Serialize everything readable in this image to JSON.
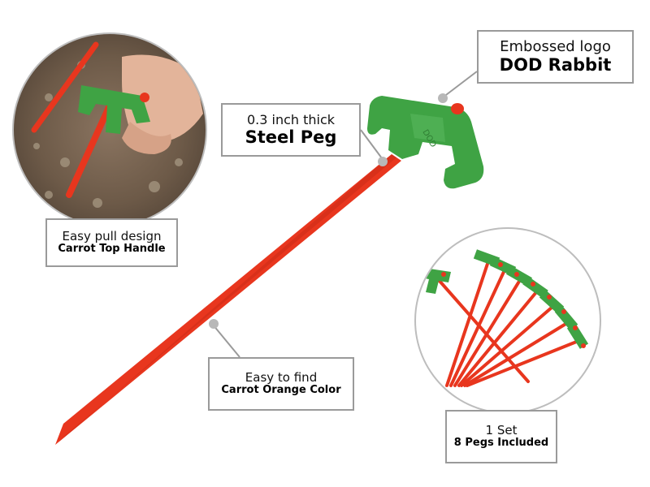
{
  "callouts": {
    "logo": {
      "line1": "Embossed logo",
      "line2": "DOD Rabbit"
    },
    "steel": {
      "line1": "0.3 inch thick",
      "line2": "Steel Peg"
    },
    "pull": {
      "line1": "Easy pull design",
      "line2": "Carrot Top Handle"
    },
    "find": {
      "line1": "Easy to find",
      "line2": "Carrot Orange Color"
    },
    "set": {
      "line1": "1 Set",
      "line2": "8 Pegs Included"
    }
  },
  "colors": {
    "peg_orange": "#e8361e",
    "handle_green": "#3fa344",
    "callout_border": "#9a9a9a",
    "pointer_dot": "#b8b8b8"
  },
  "handle_emboss": "DOD"
}
